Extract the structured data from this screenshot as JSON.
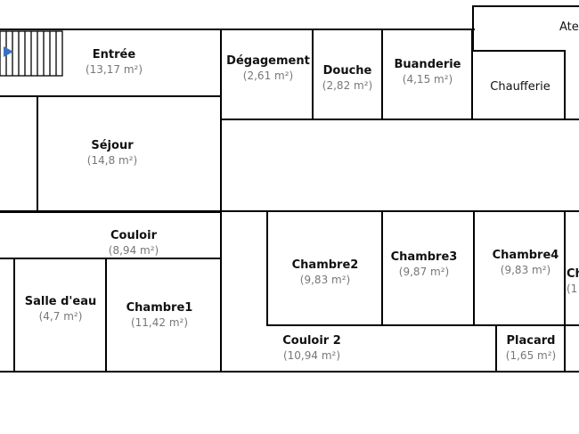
{
  "plan": {
    "wall_color": "#000000",
    "area_text_color": "#777777",
    "stair_arrow_color": "#3b6fc4",
    "rooms": [
      {
        "id": "entree",
        "name": "Entrée",
        "area": "(13,17 m²)"
      },
      {
        "id": "degagement",
        "name": "Dégagement",
        "area": "(2,61 m²)"
      },
      {
        "id": "douche",
        "name": "Douche",
        "area": "(2,82 m²)"
      },
      {
        "id": "buanderie",
        "name": "Buanderie",
        "area": "(4,15 m²)"
      },
      {
        "id": "chaufferie",
        "name": "Chaufferie",
        "area": ""
      },
      {
        "id": "atelier",
        "name": "Ate",
        "area": ""
      },
      {
        "id": "sejour",
        "name": "Séjour",
        "area": "(14,8 m²)"
      },
      {
        "id": "couloir",
        "name": "Couloir",
        "area": "(8,94 m²)"
      },
      {
        "id": "chambre2",
        "name": "Chambre2",
        "area": "(9,83 m²)"
      },
      {
        "id": "chambre3",
        "name": "Chambre3",
        "area": "(9,87 m²)"
      },
      {
        "id": "chambre4",
        "name": "Chambre4",
        "area": "(9,83 m²)"
      },
      {
        "id": "chambre5",
        "name": "Ch",
        "area": "(1"
      },
      {
        "id": "salle_eau",
        "name": "Salle d'eau",
        "area": "(4,7 m²)"
      },
      {
        "id": "chambre1",
        "name": "Chambre1",
        "area": "(11,42 m²)"
      },
      {
        "id": "couloir2",
        "name": "Couloir 2",
        "area": "(10,94 m²)"
      },
      {
        "id": "placard",
        "name": "Placard",
        "area": "(1,65 m²)"
      }
    ]
  }
}
